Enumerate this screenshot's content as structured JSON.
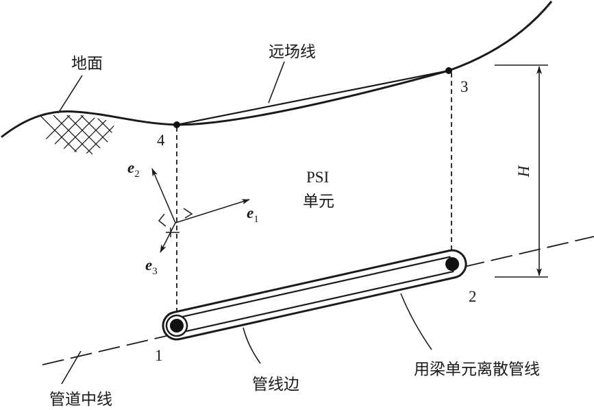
{
  "labels": {
    "ground": "地面",
    "far_field_line": "远场线",
    "psi_line1": "PSI",
    "psi_line2": "单元",
    "beam_pipe": "用梁单元离散管线",
    "pipe_edge": "管线边",
    "pipe_centerline": "管道中线",
    "height": "H"
  },
  "nodes": {
    "n1": "1",
    "n2": "2",
    "n3": "3",
    "n4": "4"
  },
  "axes": {
    "e1": {
      "base": "e",
      "sub": "1"
    },
    "e2": {
      "base": "e",
      "sub": "2"
    },
    "e3": {
      "base": "e",
      "sub": "3"
    }
  }
}
